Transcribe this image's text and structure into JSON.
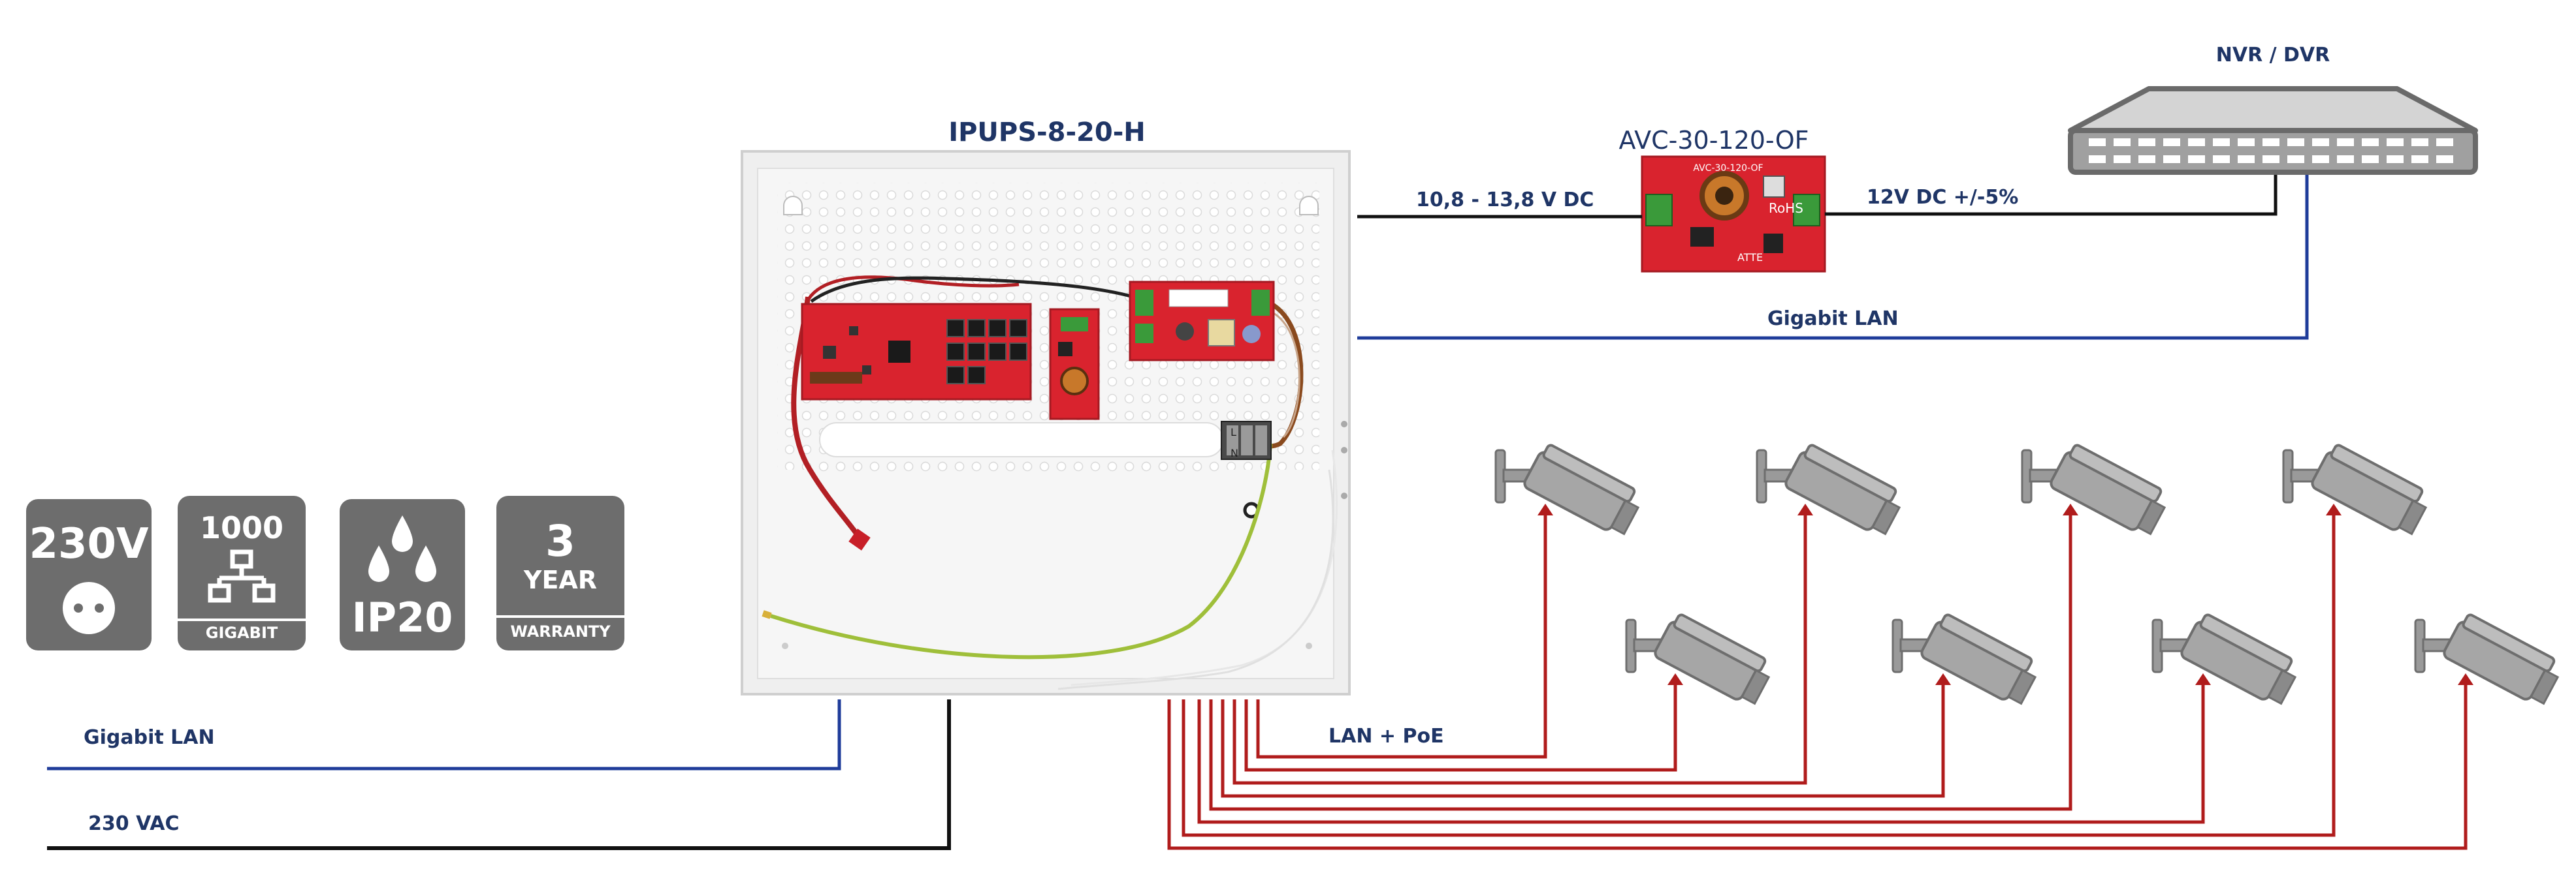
{
  "labels": {
    "ipups_title": "IPUPS-8-20-H",
    "avc_title": "AVC-30-120-OF",
    "nvr_label": "NVR / DVR",
    "input_voltage": "10,8 - 13,8 V DC",
    "output_voltage": "12V DC +/-5%",
    "gigabit_lan_top": "Gigabit LAN",
    "gigabit_lan_left": "Gigabit LAN",
    "ac_input": "230 VAC",
    "lan_poe": "LAN + PoE"
  },
  "board_text": {
    "avc_silk": "AVC-30-120-OF",
    "rohs": "RoHS",
    "brand": "ATTE",
    "terminal_l": "L",
    "terminal_n": "N"
  },
  "badges": [
    {
      "top": "230V",
      "bottom": ""
    },
    {
      "top": "1000",
      "bottom": "GIGABIT"
    },
    {
      "top": "IP20",
      "bottom": ""
    },
    {
      "top": "3",
      "middle": "YEAR",
      "bottom": "WARRANTY"
    }
  ],
  "cameras_count": 8,
  "colors": {
    "title": "#1f3566",
    "lan_line": "#1f3c9a",
    "power_line": "#111111",
    "poe_line": "#b01c1c",
    "badge": "#6d6d6d",
    "pcb_red": "#d9232e",
    "camera_gray": "#9a9a9a",
    "ground_wire": "#9fbf3a",
    "enclosure": "#f2f2f2"
  }
}
